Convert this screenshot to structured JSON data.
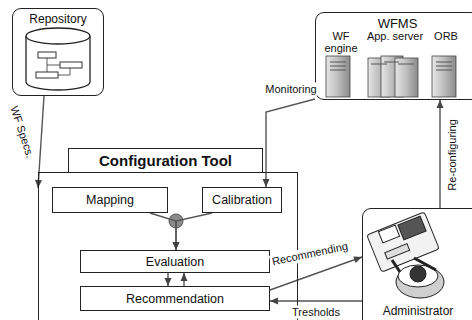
{
  "diagram": {
    "nodes": [
      {
        "text": [
          "Repository"
        ]
      },
      {
        "text": [
          "WFMS"
        ]
      },
      {
        "text": [
          "WF engine"
        ],
        "in": 1
      },
      {
        "text": [
          "App. server"
        ],
        "in": 1
      },
      {
        "text": [
          "ORB"
        ],
        "in": 1
      },
      {
        "text": [
          "Configuration Tool"
        ]
      },
      {
        "text": [
          "Mapping"
        ],
        "in": 5
      },
      {
        "text": [
          "Calibration"
        ],
        "in": 5
      },
      {
        "text": [
          "Evaluation"
        ],
        "in": 5
      },
      {
        "text": [
          "Recommendation"
        ],
        "in": 5
      },
      {
        "text": [
          "Administrator"
        ]
      }
    ],
    "edges": [
      {
        "from": 0,
        "to": 5,
        "label": "WF Specs.",
        "arrow": "to"
      },
      {
        "from": 1,
        "to": 7,
        "label": "Monitoring",
        "arrow": "to"
      },
      {
        "from": 10,
        "to": 1,
        "label": "Re-configuring",
        "arrow": "to"
      },
      {
        "from": 9,
        "to": 10,
        "label": "Recommending",
        "arrow": "to"
      },
      {
        "from": 10,
        "to": 9,
        "label": "Tresholds",
        "arrow": "to"
      },
      {
        "from": 6,
        "to": 8,
        "arrow": "to"
      },
      {
        "from": 7,
        "to": 8,
        "arrow": "to"
      },
      {
        "from": 8,
        "to": 9,
        "arrow": "to"
      },
      {
        "from": 9,
        "to": 8,
        "arrow": "to"
      }
    ]
  }
}
